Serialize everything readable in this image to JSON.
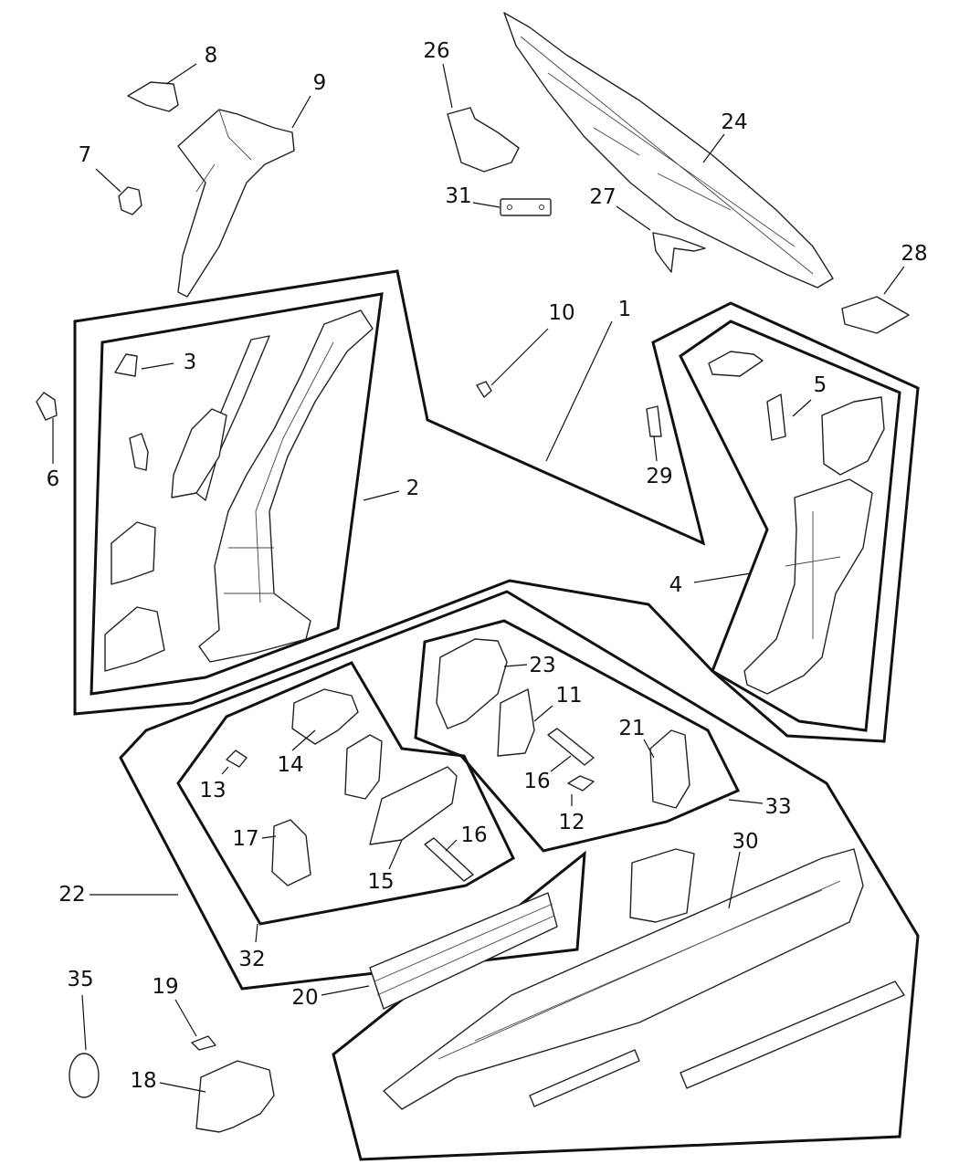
{
  "diagram": {
    "callouts": [
      "1",
      "2",
      "3",
      "4",
      "5",
      "6",
      "7",
      "8",
      "9",
      "10",
      "11",
      "12",
      "13",
      "14",
      "15",
      "16",
      "16",
      "17",
      "18",
      "19",
      "20",
      "21",
      "22",
      "23",
      "24",
      "26",
      "27",
      "28",
      "29",
      "30",
      "31",
      "32",
      "33",
      "35"
    ]
  }
}
